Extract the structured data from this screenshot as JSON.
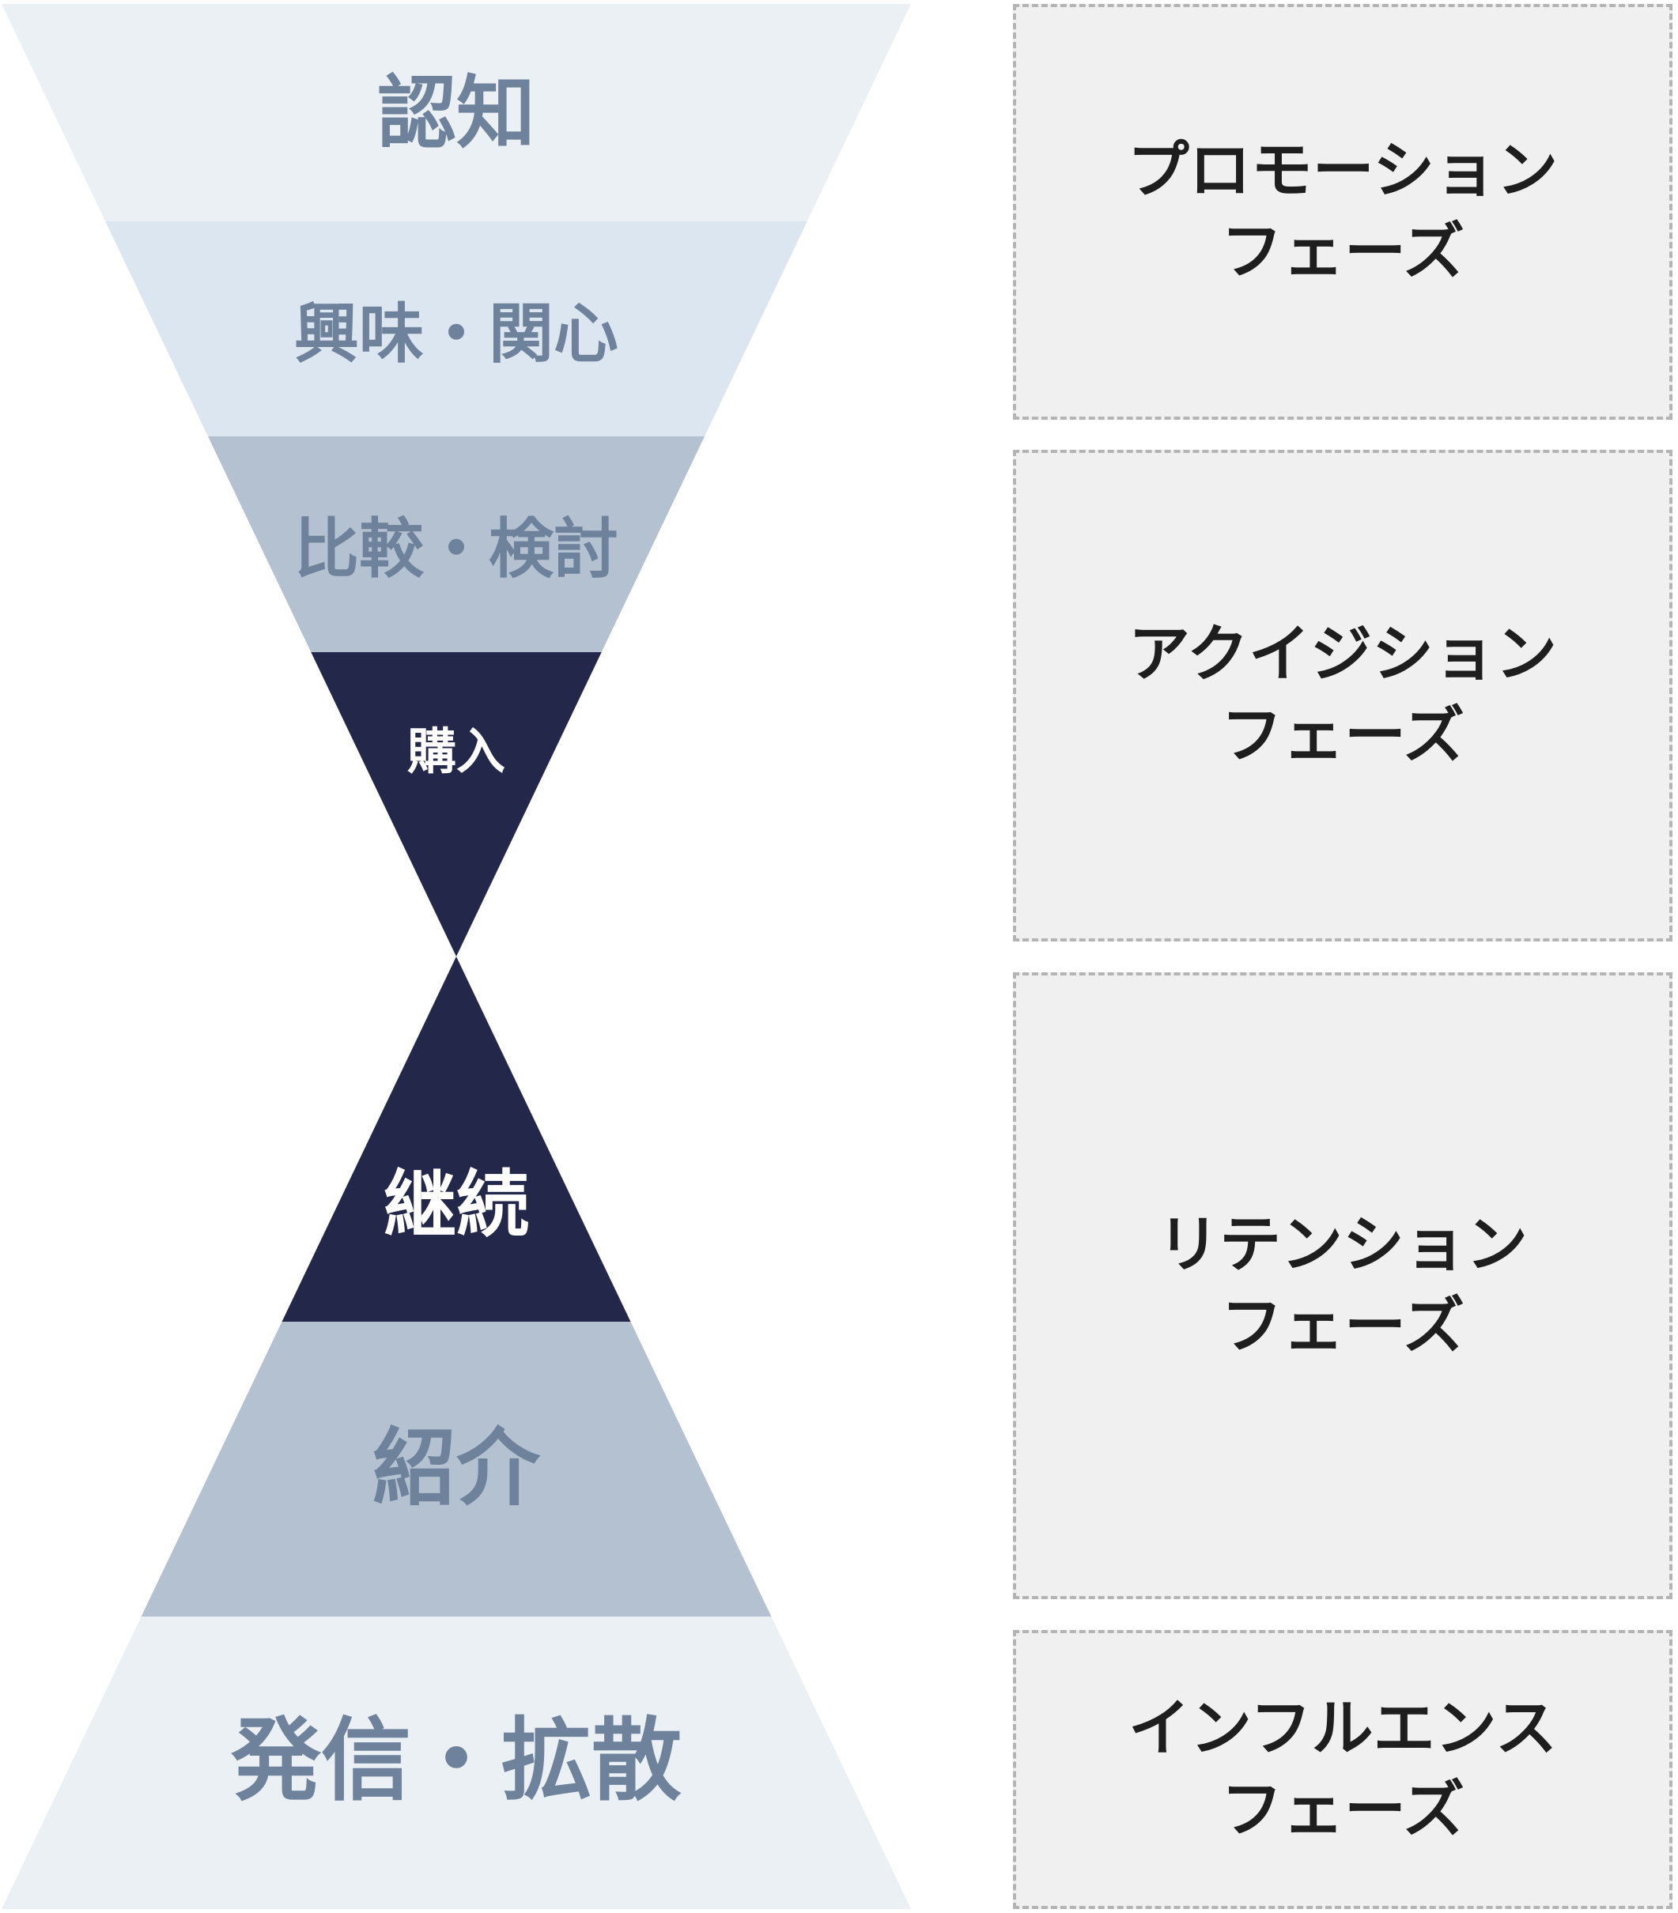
{
  "stages": [
    {
      "id": "awareness",
      "label": "認知",
      "fill": "#ebf0f5",
      "text_color": "#6e829b"
    },
    {
      "id": "interest",
      "label": "興味・関心",
      "fill": "#dce6f0",
      "text_color": "#6e829b"
    },
    {
      "id": "comparison",
      "label": "比較・検討",
      "fill": "#b4c1d1",
      "text_color": "#6e829b"
    },
    {
      "id": "purchase",
      "label": "購入",
      "fill": "#23284a",
      "text_color": "#ffffff"
    },
    {
      "id": "continuation",
      "label": "継続",
      "fill": "#23284a",
      "text_color": "#ffffff"
    },
    {
      "id": "referral",
      "label": "紹介",
      "fill": "#b4c1d1",
      "text_color": "#6e829b"
    },
    {
      "id": "sharing",
      "label": "発信・拡散",
      "fill": "#ebf0f5",
      "text_color": "#6e829b"
    }
  ],
  "phases": {
    "promotion": {
      "line1": "プロモーション",
      "line2": "フェーズ"
    },
    "acquisition": {
      "line1": "アクイジション",
      "line2": "フェーズ"
    },
    "retention": {
      "line1": "リテンション",
      "line2": "フェーズ"
    },
    "influence": {
      "line1": "インフルエンス",
      "line2": "フェーズ"
    }
  }
}
